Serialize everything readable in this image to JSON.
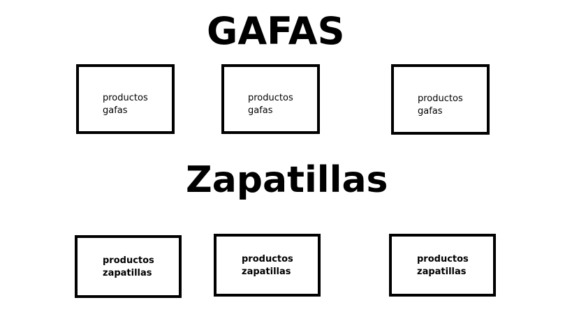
{
  "sections": [
    {
      "title": "GAFAS",
      "cards": [
        {
          "line1": "productos",
          "line2": "gafas"
        },
        {
          "line1": "productos",
          "line2": "gafas"
        },
        {
          "line1": "productos",
          "line2": "gafas"
        }
      ]
    },
    {
      "title": "Zapatillas",
      "cards": [
        {
          "line1": "productos",
          "line2": "zapatillas"
        },
        {
          "line1": "productos",
          "line2": "zapatillas"
        },
        {
          "line1": "productos",
          "line2": "zapatillas"
        }
      ]
    }
  ]
}
